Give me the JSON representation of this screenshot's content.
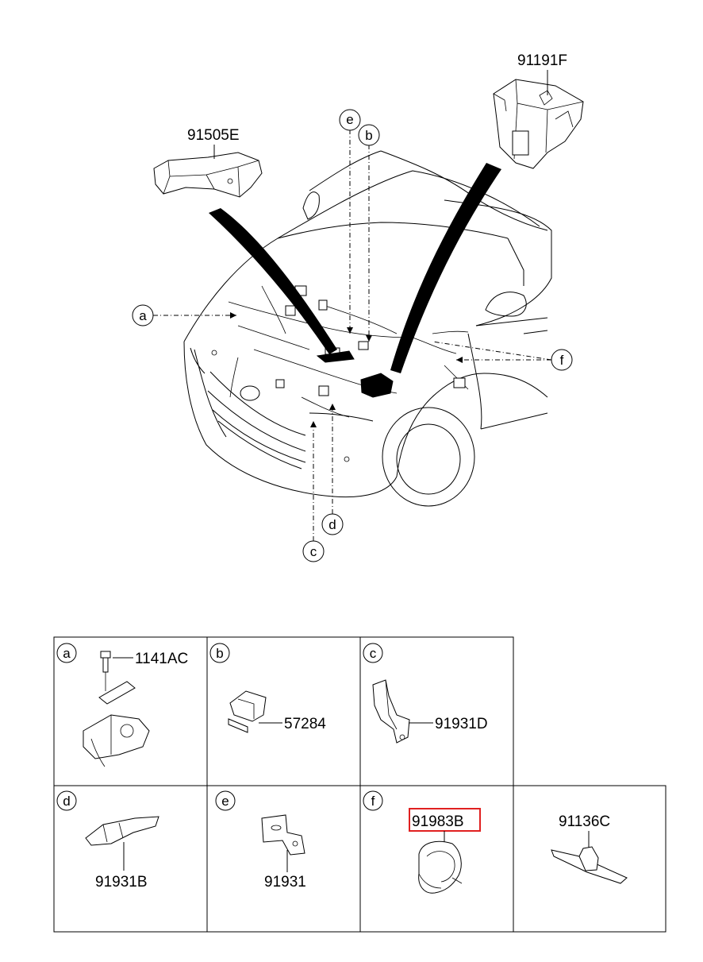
{
  "top_parts": {
    "p91191F": "91191F",
    "p91505E": "91505E"
  },
  "callouts": {
    "a": "a",
    "b": "b",
    "c": "c",
    "d": "d",
    "e": "e",
    "f": "f"
  },
  "detail_grid": {
    "cells": [
      {
        "letter": "a",
        "parts": [
          "1141AC"
        ]
      },
      {
        "letter": "b",
        "parts": [
          "57284"
        ]
      },
      {
        "letter": "c",
        "parts": [
          "91931D"
        ]
      },
      {
        "letter": "d",
        "parts": [
          "91931B"
        ]
      },
      {
        "letter": "e",
        "parts": [
          "91931"
        ]
      },
      {
        "letter": "f",
        "parts": [
          "91983B"
        ],
        "highlighted": true
      },
      {
        "letter": "",
        "parts": [
          "91136C"
        ]
      }
    ],
    "highlight_color": "#e02020"
  },
  "colors": {
    "line": "#000000",
    "background": "#ffffff",
    "highlight": "#e02020"
  }
}
